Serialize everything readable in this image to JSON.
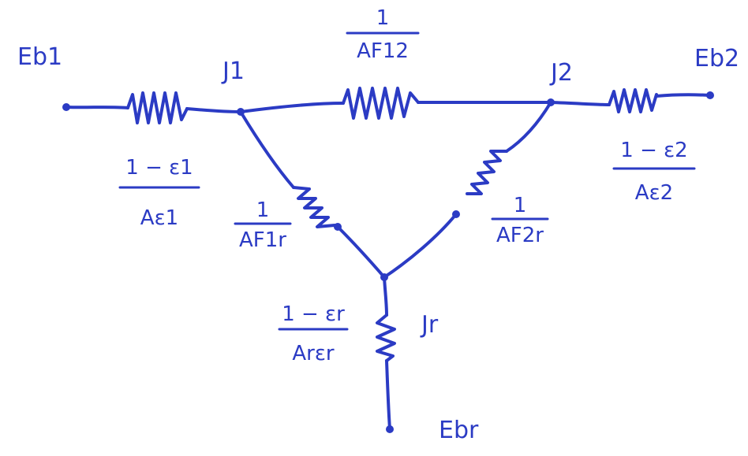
{
  "diagram": {
    "ink_color": "#2b3bc4",
    "nodes": {
      "eb1": "Eb1",
      "j1": "J1",
      "j2": "J2",
      "eb2": "Eb2",
      "jr": "Jr",
      "ebr": "Ebr"
    },
    "resistances": {
      "surface_1": {
        "numerator": "1 − ε1",
        "denominator": "Aε1"
      },
      "space_12": {
        "numerator": "1",
        "denominator": "AF12"
      },
      "surface_2": {
        "numerator": "1 − ε2",
        "denominator": "Aε2"
      },
      "space_1r": {
        "numerator": "1",
        "denominator": "AF1r"
      },
      "space_2r": {
        "numerator": "1",
        "denominator": "AF2r"
      },
      "surface_r": {
        "numerator": "1 − εr",
        "denominator": "Arεr"
      }
    }
  }
}
